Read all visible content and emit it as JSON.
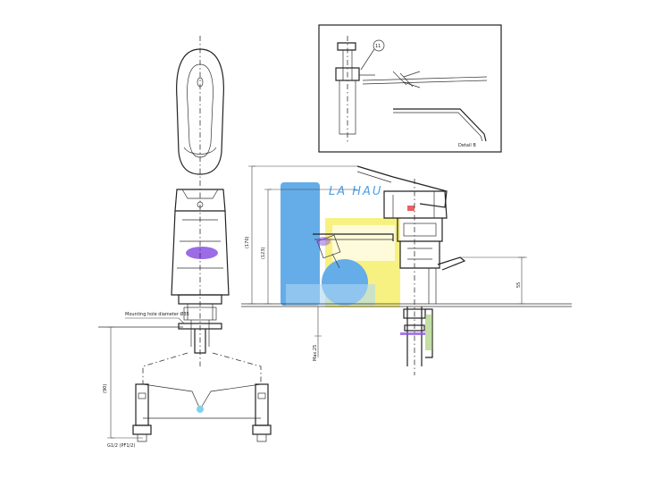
{
  "watermark": {
    "text": "LA HAU",
    "colors": {
      "blue": "#4a9fe6",
      "yellow": "#f3ea3a",
      "light_blue": "#9fd0f2"
    }
  },
  "callout": {
    "number": "11"
  },
  "labels": {
    "mounting_hole": "Mounting hole diameter Ø35",
    "dim_height_1": "(170)",
    "dim_height_2": "(123)",
    "dim_height_3": "55",
    "dim_spout": "Max.25",
    "dim_side": "(90)",
    "dim_hose": "G1/2 (PF1/2)",
    "detail_note": "Detail B"
  },
  "colors": {
    "line": "#222222",
    "accent_purple": "#8a52e0",
    "accent_cyan": "#7fd3ee",
    "accent_green": "#7ab83a",
    "accent_red": "#e33b3b"
  }
}
